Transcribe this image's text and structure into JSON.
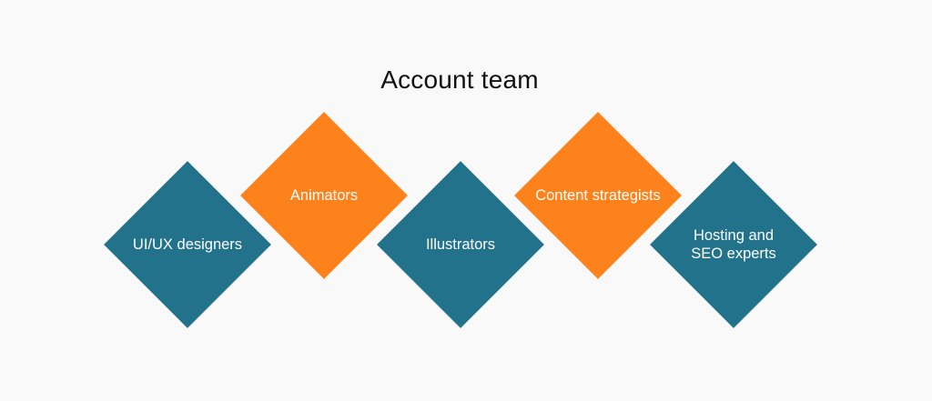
{
  "title": "Account team",
  "colors": {
    "background": "#f9f9f9",
    "teal": "#22728b",
    "orange": "#fe821c",
    "label_text": "#ffffff",
    "title_text": "#111111"
  },
  "items": [
    {
      "label": "UI/UX designers",
      "color": "teal"
    },
    {
      "label": "Animators",
      "color": "orange"
    },
    {
      "label": "Illustrators",
      "color": "teal"
    },
    {
      "label": "Content strategists",
      "color": "orange"
    },
    {
      "label": "Hosting and\nSEO experts",
      "color": "teal"
    }
  ]
}
